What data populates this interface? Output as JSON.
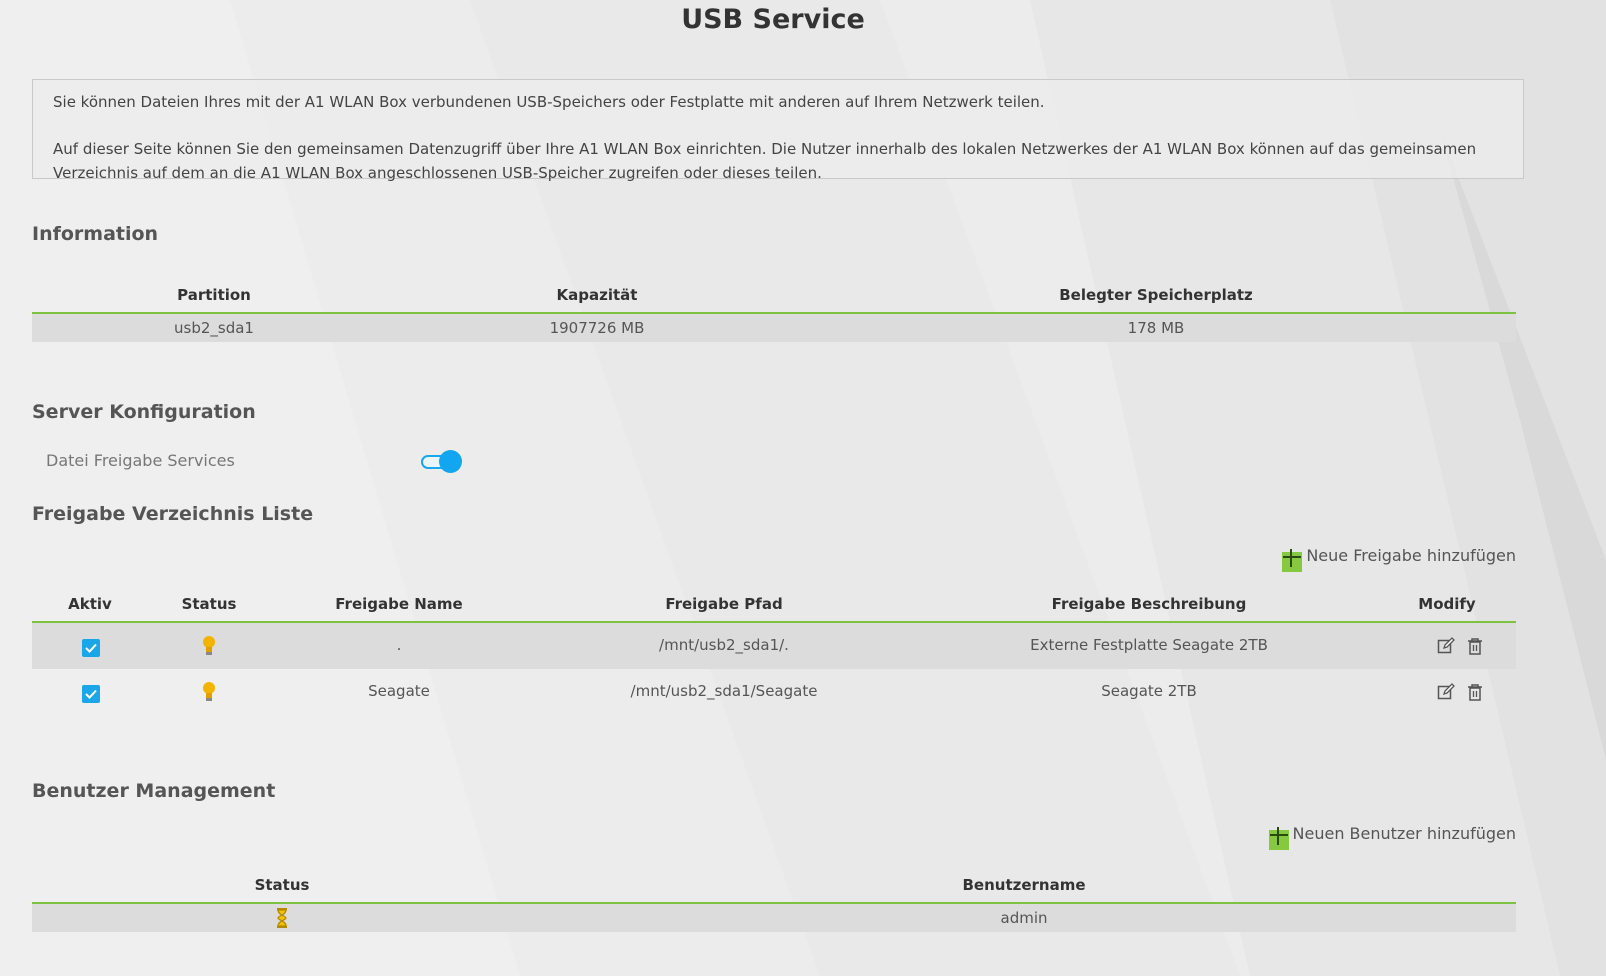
{
  "page": {
    "title": "USB Service"
  },
  "intro": {
    "line1": "Sie können Dateien Ihres mit der A1 WLAN Box verbundenen USB-Speichers oder Festplatte mit anderen auf Ihrem Netzwerk teilen.",
    "line2": "Auf dieser Seite können Sie den gemeinsamen Datenzugriff über Ihre A1 WLAN Box einrichten. Die Nutzer innerhalb des lokalen Netzwerkes der A1 WLAN Box können auf das gemeinsamen Verzeichnis auf dem an die A1 WLAN Box angeschlossenen USB-Speicher zugreifen oder dieses teilen."
  },
  "information": {
    "title": "Information",
    "columns": [
      "Partition",
      "Kapazität",
      "Belegter Speicherplatz"
    ],
    "rows": [
      [
        "usb2_sda1",
        "1907726 MB",
        "178 MB"
      ]
    ]
  },
  "server": {
    "title": "Server Konfiguration",
    "file_sharing_label": "Datei Freigabe Services",
    "file_sharing_enabled": true
  },
  "shares": {
    "title": "Freigabe Verzeichnis Liste",
    "add_label": "Neue Freigabe hinzufügen",
    "columns": [
      "Aktiv",
      "Status",
      "Freigabe Name",
      "Freigabe Pfad",
      "Freigabe Beschreibung",
      "Modify"
    ],
    "rows": [
      {
        "active": true,
        "status_icon": "bulb-icon",
        "name": ".",
        "path": "/mnt/usb2_sda1/.",
        "description": "Externe Festplatte Seagate 2TB"
      },
      {
        "active": true,
        "status_icon": "bulb-icon",
        "name": "Seagate",
        "path": "/mnt/usb2_sda1/Seagate",
        "description": "Seagate 2TB"
      }
    ]
  },
  "users": {
    "title": "Benutzer Management",
    "add_label": "Neuen Benutzer hinzufügen",
    "columns": [
      "Status",
      "Benutzername"
    ],
    "rows": [
      {
        "status_icon": "hourglass-icon",
        "username": "admin"
      }
    ]
  },
  "colors": {
    "accent_green": "#7dc241",
    "toggle_blue": "#12a5f0",
    "checkbox_blue": "#1aa6e8",
    "bulb_yellow": "#f3b400"
  }
}
